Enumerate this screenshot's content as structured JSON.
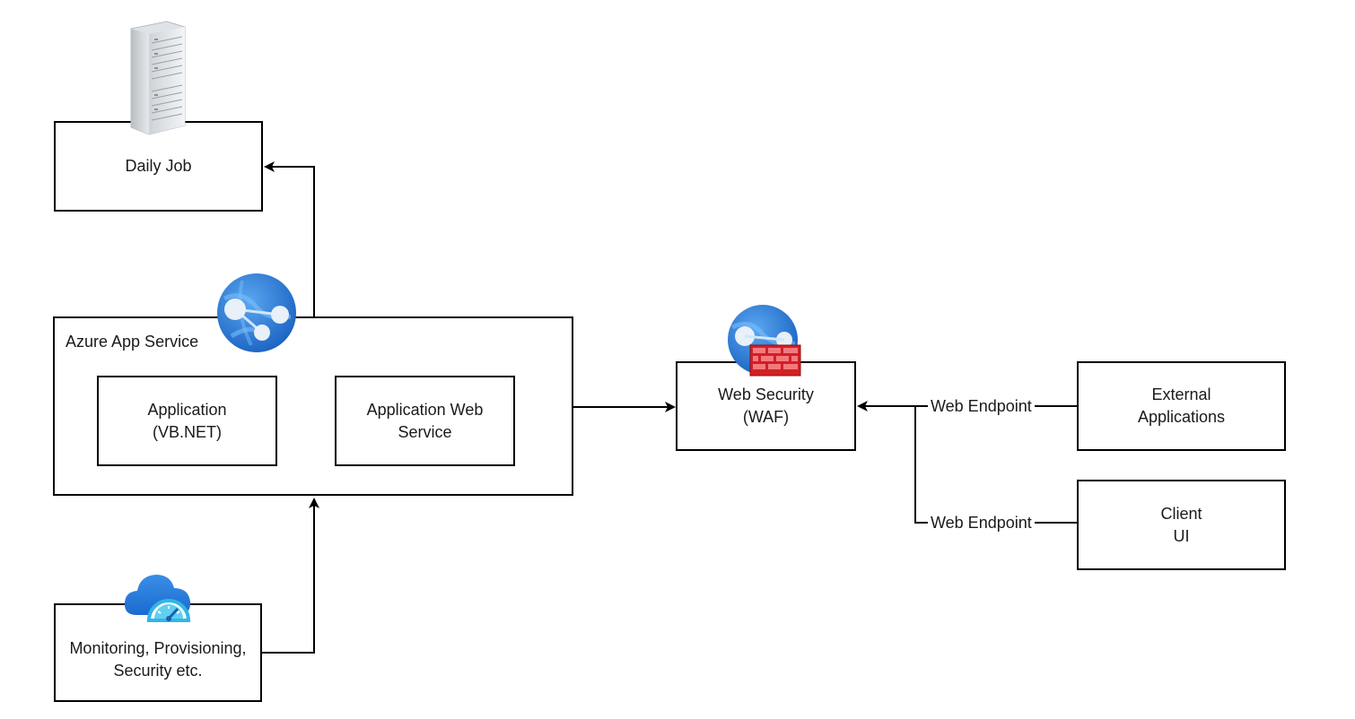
{
  "nodes": {
    "daily_job": {
      "label": "Daily Job"
    },
    "app_service": {
      "label": "Azure App Service"
    },
    "application": {
      "line1": "Application",
      "line2": "(VB.NET)"
    },
    "web_service": {
      "line1": "Application Web",
      "line2": "Service"
    },
    "waf": {
      "line1": "Web Security",
      "line2": "(WAF)"
    },
    "external_apps": {
      "line1": "External",
      "line2": "Applications"
    },
    "client_ui": {
      "line1": "Client",
      "line2": "UI"
    },
    "monitoring": {
      "line1": "Monitoring, Provisioning,",
      "line2": "Security etc."
    }
  },
  "edges": {
    "external_label": "Web Endpoint",
    "client_label": "Web Endpoint"
  },
  "icons": {
    "server": "server-rack-icon",
    "app_service": "azure-app-service-icon",
    "waf": "web-application-firewall-icon",
    "monitor": "azure-monitor-icon"
  },
  "colors": {
    "stroke": "#000000",
    "azure_blue": "#2b7ad6",
    "firewall_red": "#d31f26"
  }
}
